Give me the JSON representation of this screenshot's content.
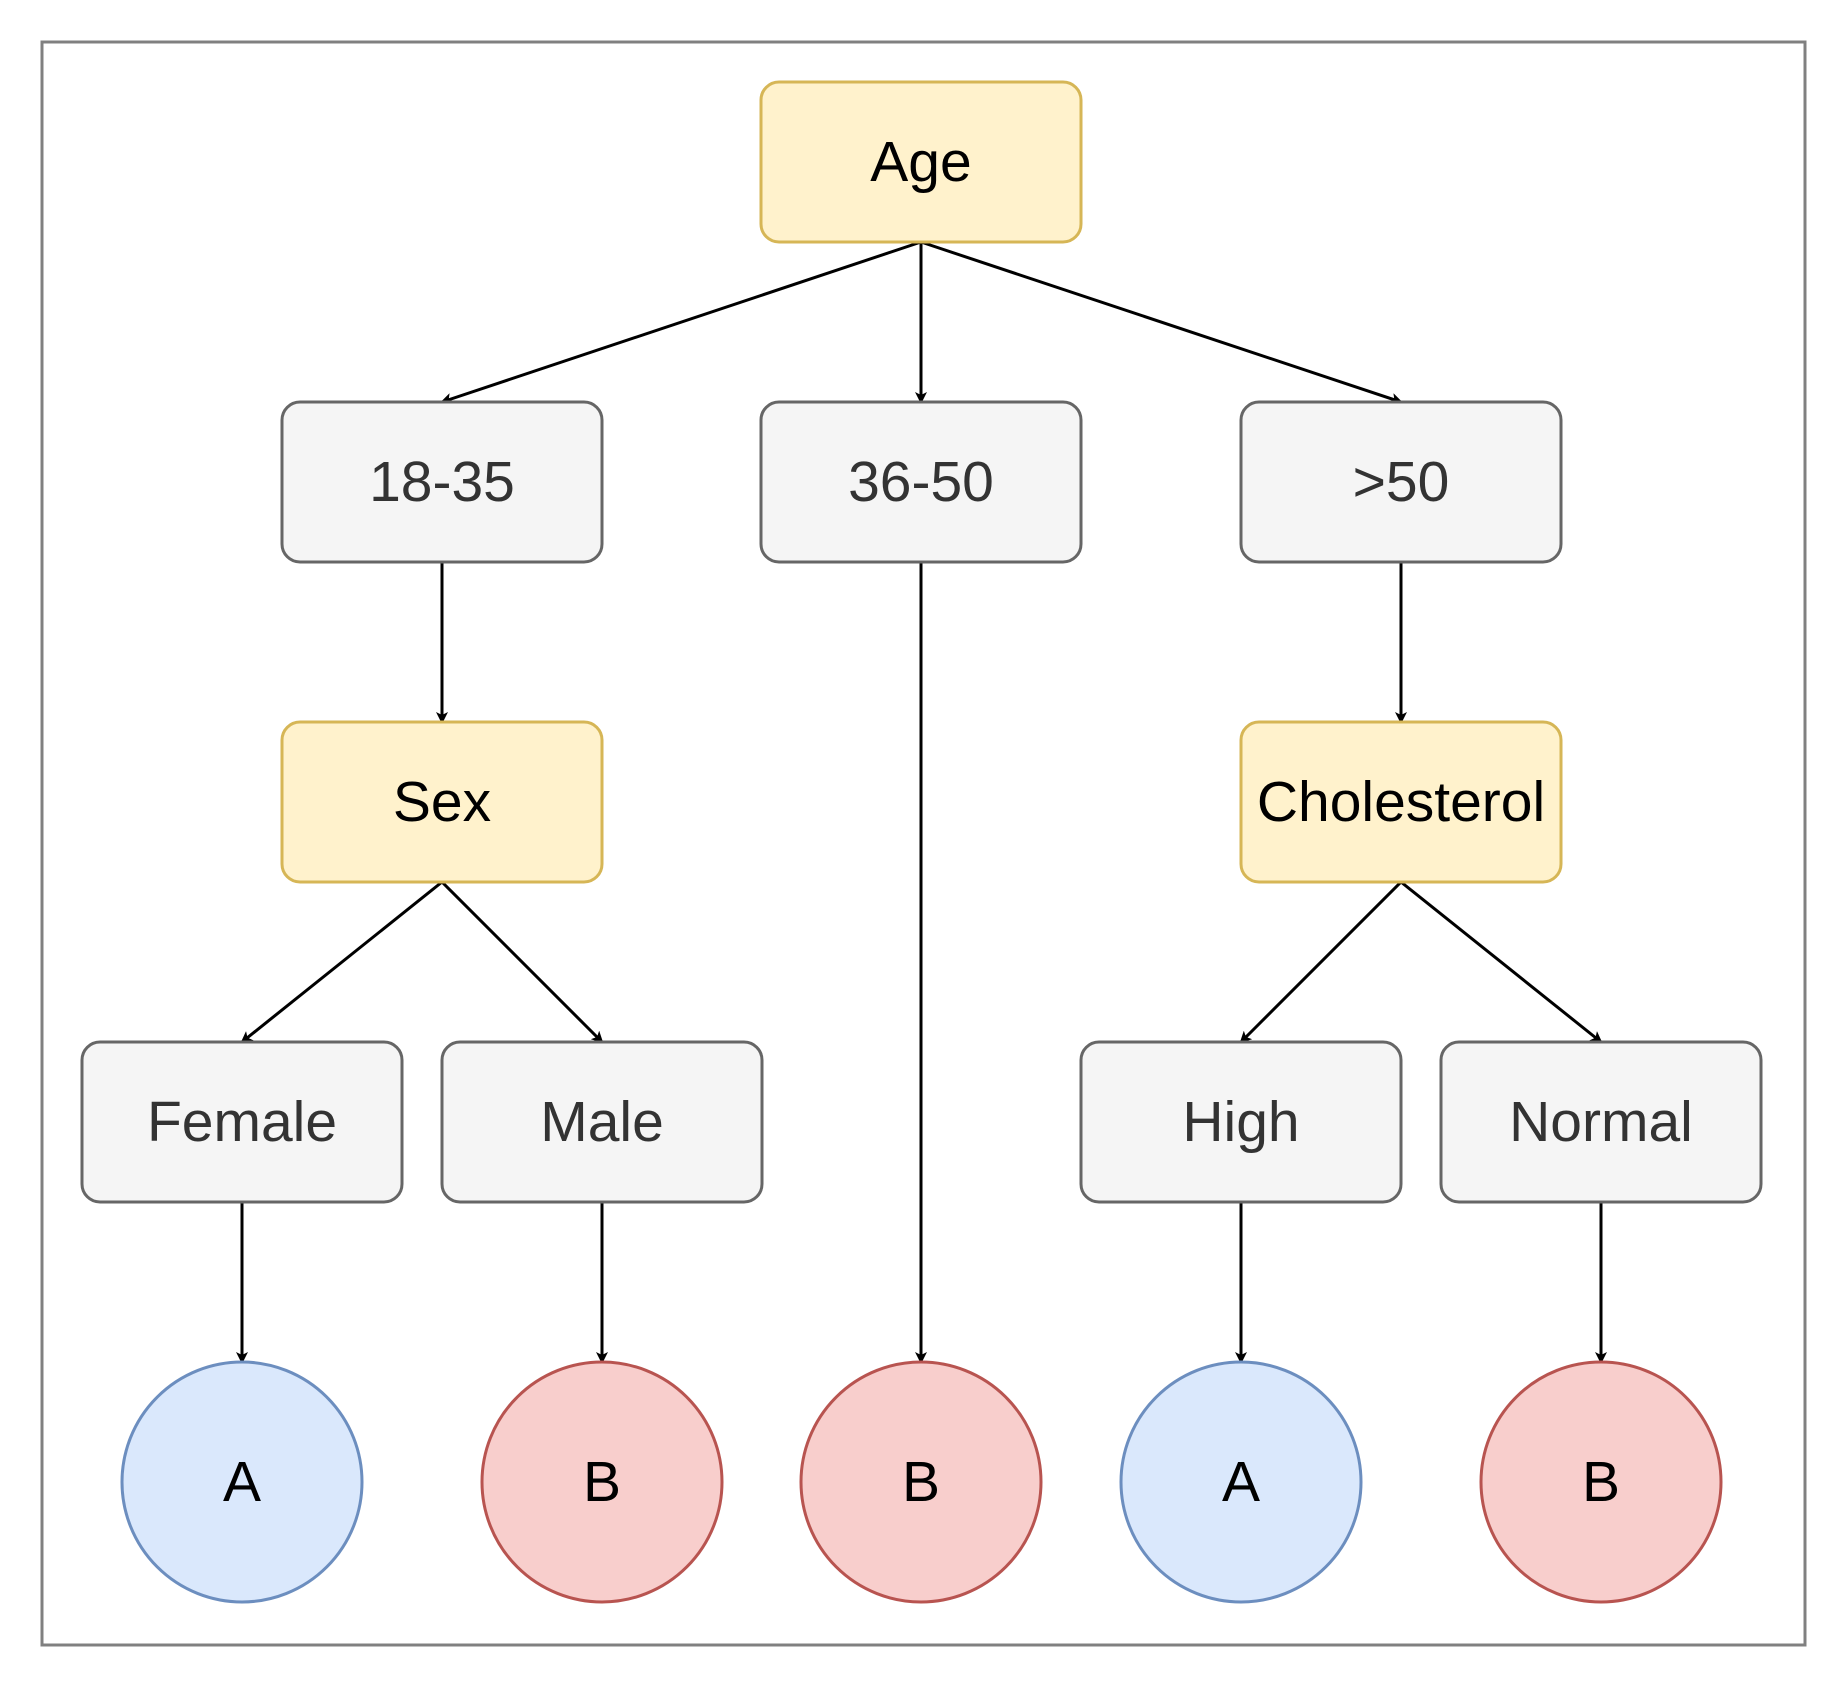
{
  "diagram": {
    "type": "decision-tree",
    "nodes": {
      "age": {
        "label": "Age",
        "kind": "decision"
      },
      "age_18_35": {
        "label": "18-35",
        "kind": "branch"
      },
      "age_36_50": {
        "label": "36-50",
        "kind": "branch"
      },
      "age_over_50": {
        "label": ">50",
        "kind": "branch"
      },
      "sex": {
        "label": "Sex",
        "kind": "decision"
      },
      "cholesterol": {
        "label": "Cholesterol",
        "kind": "decision"
      },
      "female": {
        "label": "Female",
        "kind": "branch"
      },
      "male": {
        "label": "Male",
        "kind": "branch"
      },
      "high": {
        "label": "High",
        "kind": "branch"
      },
      "normal": {
        "label": "Normal",
        "kind": "branch"
      },
      "leaf_female": {
        "label": "A",
        "kind": "leaf",
        "class": "A"
      },
      "leaf_male": {
        "label": "B",
        "kind": "leaf",
        "class": "B"
      },
      "leaf_36_50": {
        "label": "B",
        "kind": "leaf",
        "class": "B"
      },
      "leaf_high": {
        "label": "A",
        "kind": "leaf",
        "class": "A"
      },
      "leaf_normal": {
        "label": "B",
        "kind": "leaf",
        "class": "B"
      }
    },
    "edges": [
      [
        "age",
        "age_18_35"
      ],
      [
        "age",
        "age_36_50"
      ],
      [
        "age",
        "age_over_50"
      ],
      [
        "age_18_35",
        "sex"
      ],
      [
        "age_over_50",
        "cholesterol"
      ],
      [
        "sex",
        "female"
      ],
      [
        "sex",
        "male"
      ],
      [
        "cholesterol",
        "high"
      ],
      [
        "cholesterol",
        "normal"
      ],
      [
        "female",
        "leaf_female"
      ],
      [
        "male",
        "leaf_male"
      ],
      [
        "age_36_50",
        "leaf_36_50"
      ],
      [
        "high",
        "leaf_high"
      ],
      [
        "normal",
        "leaf_normal"
      ]
    ],
    "colors": {
      "decision_fill": "#fff2cc",
      "decision_stroke": "#d6b656",
      "branch_fill": "#f5f5f5",
      "branch_stroke": "#666666",
      "class_a_fill": "#dae8fc",
      "class_a_stroke": "#6c8ebf",
      "class_b_fill": "#f8cecc",
      "class_b_stroke": "#b85450",
      "edge": "#000000",
      "frame": "#808080"
    }
  }
}
